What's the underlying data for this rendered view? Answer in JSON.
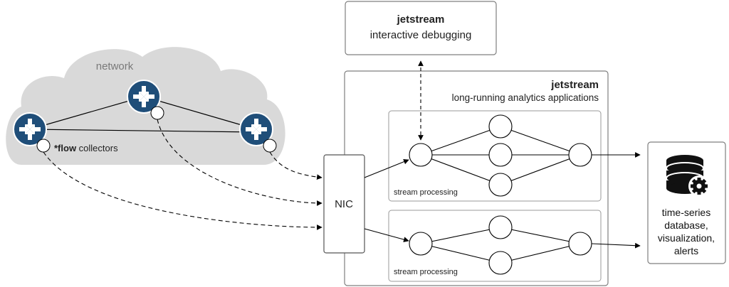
{
  "network": {
    "label": "network",
    "collectors_bold": "*flow",
    "collectors_rest": " collectors"
  },
  "debug_box": {
    "title": "jetstream",
    "subtitle": "interactive debugging"
  },
  "analytics_box": {
    "title": "jetstream",
    "subtitle": "long-running analytics applications"
  },
  "nic": {
    "label": "NIC"
  },
  "stream_top": {
    "label": "stream processing"
  },
  "stream_bottom": {
    "label": "stream processing"
  },
  "output": {
    "lines": [
      "time-series",
      "database,",
      "visualization,",
      "alerts"
    ]
  },
  "colors": {
    "cloud": "#d9d9d9",
    "router": "#1f4e79",
    "box_stroke": "#7f7f7f",
    "text": "#333333",
    "network_label": "#7a7a7a"
  },
  "icons": {
    "router": "router-icon",
    "database": "database-gear-icon"
  }
}
